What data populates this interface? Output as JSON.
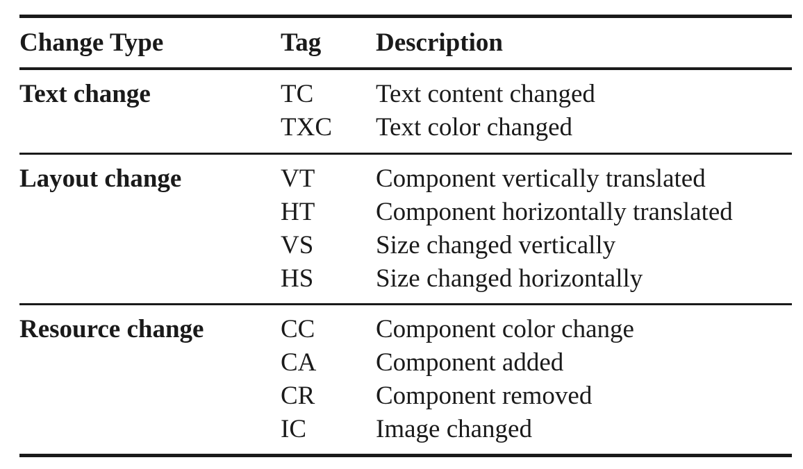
{
  "table": {
    "headers": {
      "change_type": "Change Type",
      "tag": "Tag",
      "description": "Description"
    },
    "groups": [
      {
        "name": "Text change",
        "rows": [
          {
            "tag": "TC",
            "description": "Text content changed"
          },
          {
            "tag": "TXC",
            "description": "Text color changed"
          }
        ]
      },
      {
        "name": "Layout change",
        "rows": [
          {
            "tag": "VT",
            "description": "Component vertically translated"
          },
          {
            "tag": "HT",
            "description": "Component horizontally translated"
          },
          {
            "tag": "VS",
            "description": "Size changed vertically"
          },
          {
            "tag": "HS",
            "description": "Size changed horizontally"
          }
        ]
      },
      {
        "name": "Resource change",
        "rows": [
          {
            "tag": "CC",
            "description": "Component color change"
          },
          {
            "tag": "CA",
            "description": "Component added"
          },
          {
            "tag": "CR",
            "description": "Component removed"
          },
          {
            "tag": "IC",
            "description": "Image changed"
          }
        ]
      }
    ]
  }
}
